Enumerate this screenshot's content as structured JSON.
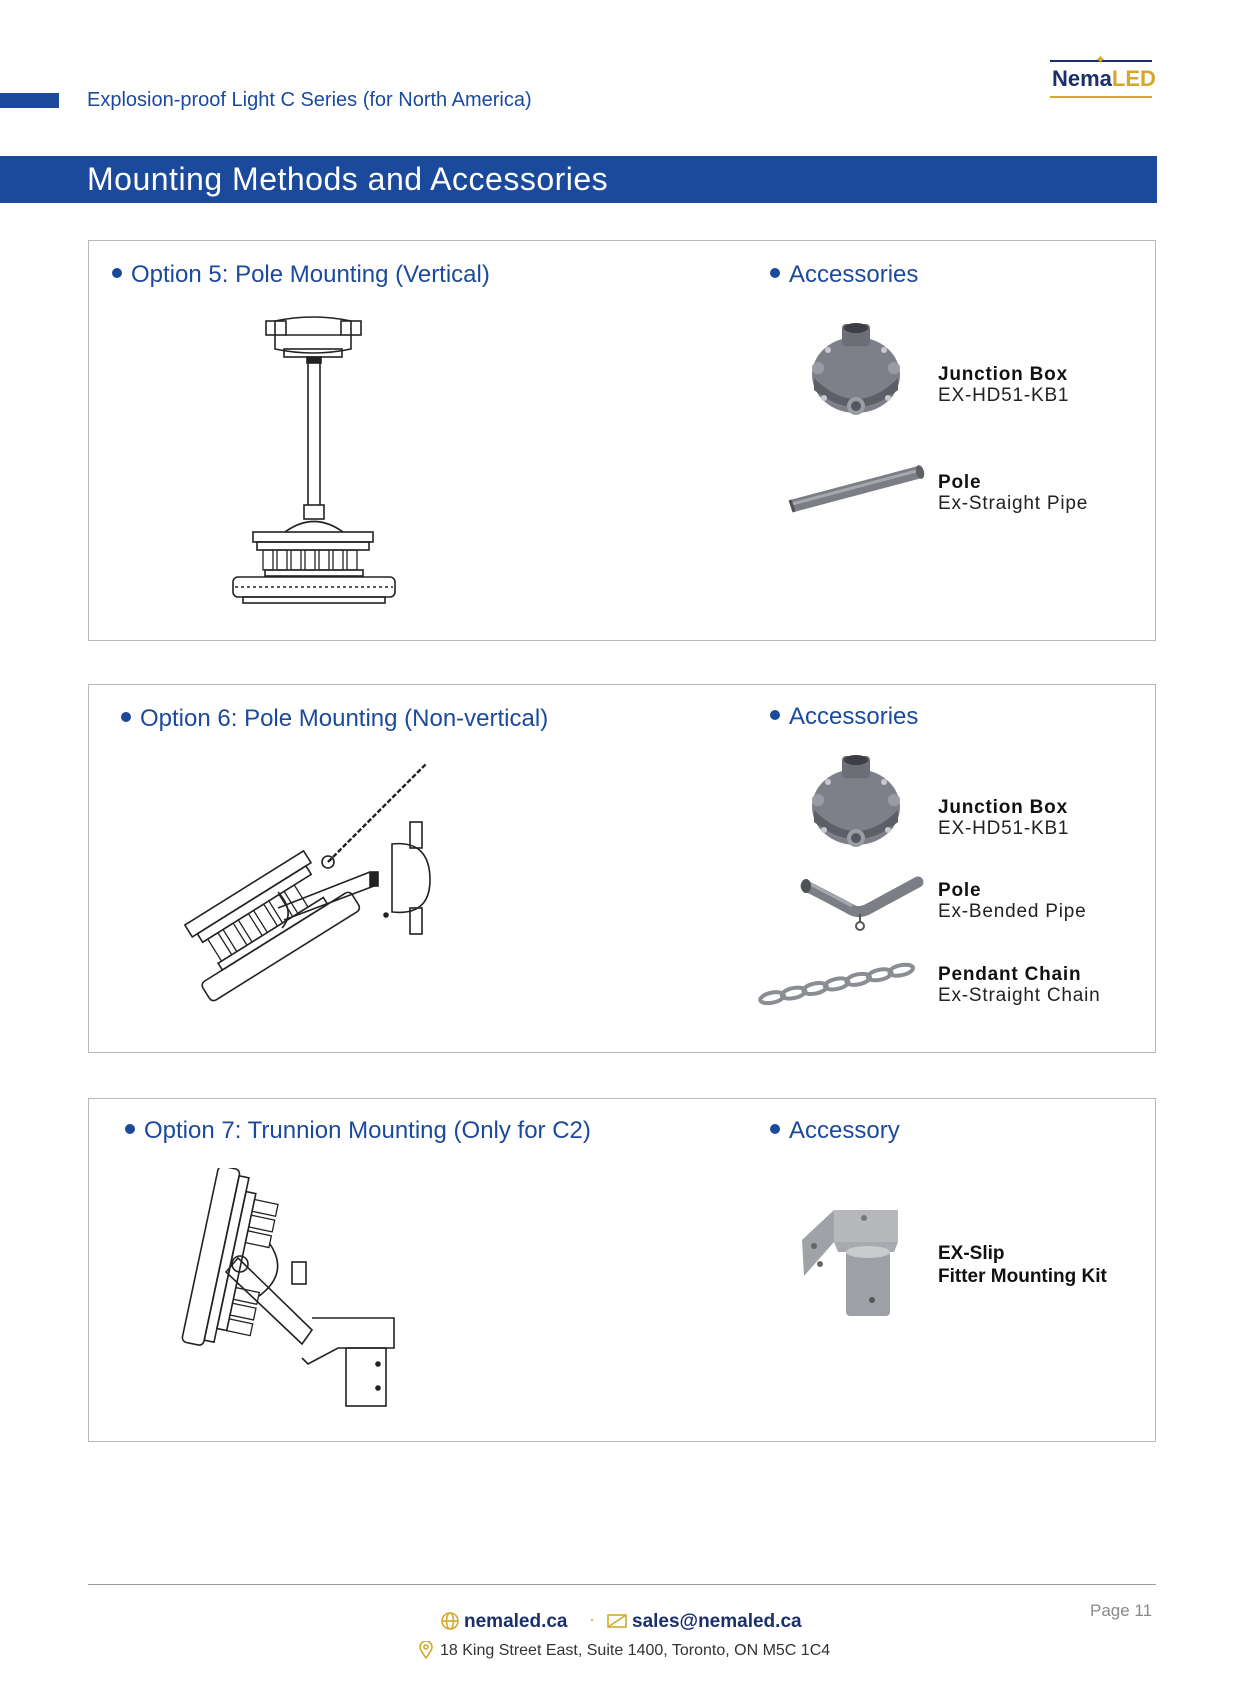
{
  "header": {
    "subtitle": "Explosion-proof Light C Series (for North America)",
    "logo_text_main": "Nema",
    "logo_text_accent": "LED",
    "section_title": "Mounting Methods and Accessories"
  },
  "panels": [
    {
      "option_title": "Option 5: Pole Mounting (Vertical)",
      "accessories_heading": "Accessories",
      "accessories": [
        {
          "name": "Junction Box",
          "model": "EX-HD51-KB1",
          "icon": "junction-box-icon"
        },
        {
          "name": "Pole",
          "model": "Ex-Straight Pipe",
          "icon": "straight-pipe-icon"
        }
      ]
    },
    {
      "option_title": "Option 6: Pole Mounting (Non-vertical)",
      "accessories_heading": "Accessories",
      "accessories": [
        {
          "name": "Junction Box",
          "model": "EX-HD51-KB1",
          "icon": "junction-box-icon"
        },
        {
          "name": "Pole",
          "model": "Ex-Bended Pipe",
          "icon": "bended-pipe-icon"
        },
        {
          "name": "Pendant Chain",
          "model": "Ex-Straight Chain",
          "icon": "chain-icon"
        }
      ]
    },
    {
      "option_title": "Option 7: Trunnion Mounting (Only for C2)",
      "accessories_heading": "Accessory",
      "accessories": [
        {
          "name": "EX-Slip",
          "model": "Fitter Mounting Kit",
          "icon": "slip-fitter-icon"
        }
      ]
    }
  ],
  "footer": {
    "website": "nemaled.ca",
    "separator": "·",
    "email": "sales@nemaled.ca",
    "address": "18 King Street East, Suite 1400, Toronto, ON M5C 1C4",
    "page_label": "Page 11"
  },
  "colors": {
    "brand_blue": "#1b4a9c",
    "brand_navy": "#1b2f6b",
    "brand_gold": "#d4a92b",
    "panel_border": "#b8b8b8"
  }
}
